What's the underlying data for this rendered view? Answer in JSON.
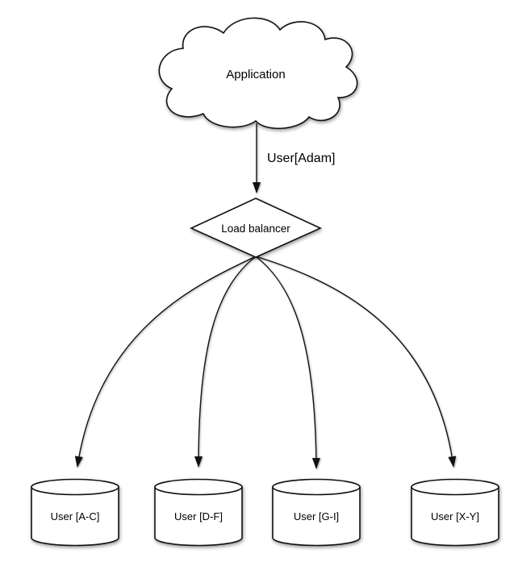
{
  "diagram": {
    "background": "#ffffff",
    "stroke_color": "#111111",
    "text_color": "#000000",
    "application": {
      "label": "Application"
    },
    "request_edge": {
      "label": "User[Adam]"
    },
    "load_balancer": {
      "label": "Load balancer"
    },
    "shards": [
      {
        "label": "User [A-C]"
      },
      {
        "label": "User [D-F]"
      },
      {
        "label": "User [G-I]"
      },
      {
        "label": "User [X-Y]"
      }
    ]
  }
}
